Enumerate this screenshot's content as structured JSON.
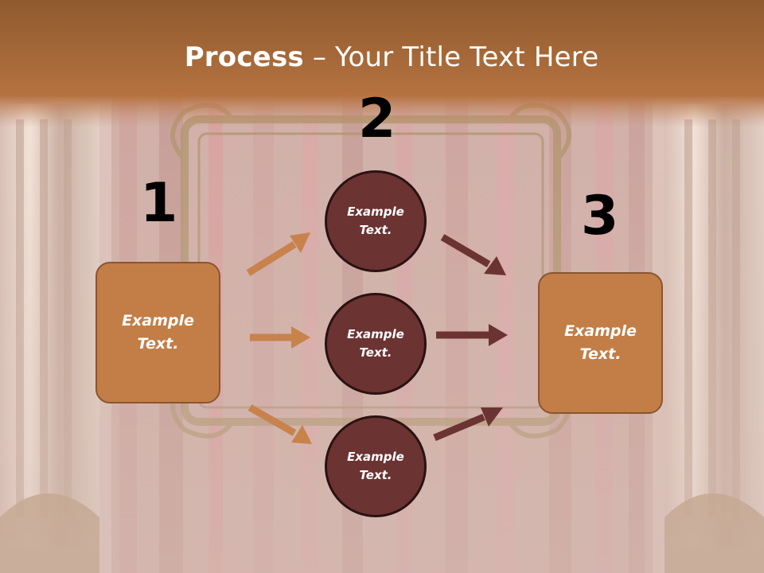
{
  "slide": {
    "title_bold": "Process",
    "title_rest": " – Your Title Text Here",
    "step_numbers": [
      "1",
      "2",
      "3"
    ],
    "left_box": {
      "text_line1": "Example",
      "text_line2": "Text."
    },
    "right_box": {
      "text_line1": "Example",
      "text_line2": "Text."
    },
    "circles": [
      {
        "text_line1": "Example",
        "text_line2": "Text."
      },
      {
        "text_line1": "Example",
        "text_line2": "Text."
      },
      {
        "text_line1": "Example",
        "text_line2": "Text."
      }
    ]
  },
  "colors": {
    "box_fill": "#c27e46",
    "circle_fill": "#6c3333",
    "left_arrow": "#c8824c",
    "right_arrow": "#6c3333",
    "header_band": "#a9693a"
  }
}
